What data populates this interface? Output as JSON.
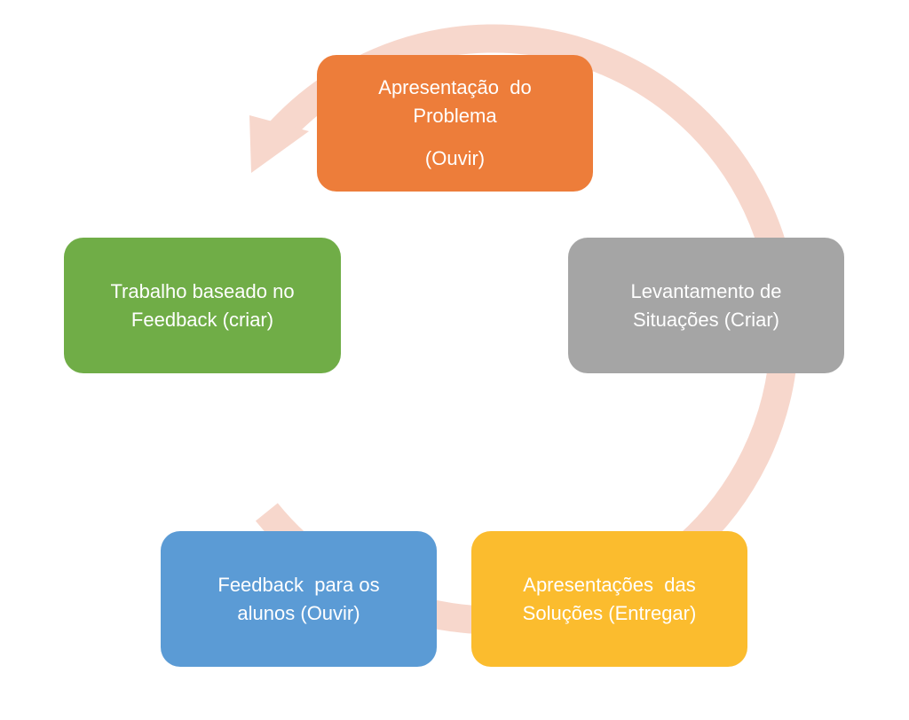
{
  "diagram": {
    "type": "cycle",
    "connector_color": "#f7d7cc",
    "steps": [
      {
        "id": "problem",
        "lines": [
          "Apresentação  do",
          "Problema",
          "(Ouvir)"
        ],
        "color": "#ed7d3a"
      },
      {
        "id": "situations",
        "lines": [
          "Levantamento de",
          "Situações (Criar)"
        ],
        "color": "#a5a5a5"
      },
      {
        "id": "solutions",
        "lines": [
          "Apresentações  das",
          "Soluções (Entregar)"
        ],
        "color": "#fbbc2e"
      },
      {
        "id": "feedback",
        "lines": [
          "Feedback  para os",
          "alunos (Ouvir)"
        ],
        "color": "#5b9bd5"
      },
      {
        "id": "rework",
        "lines": [
          "Trabalho baseado no",
          "Feedback (criar)"
        ],
        "color": "#70ad47"
      }
    ]
  }
}
